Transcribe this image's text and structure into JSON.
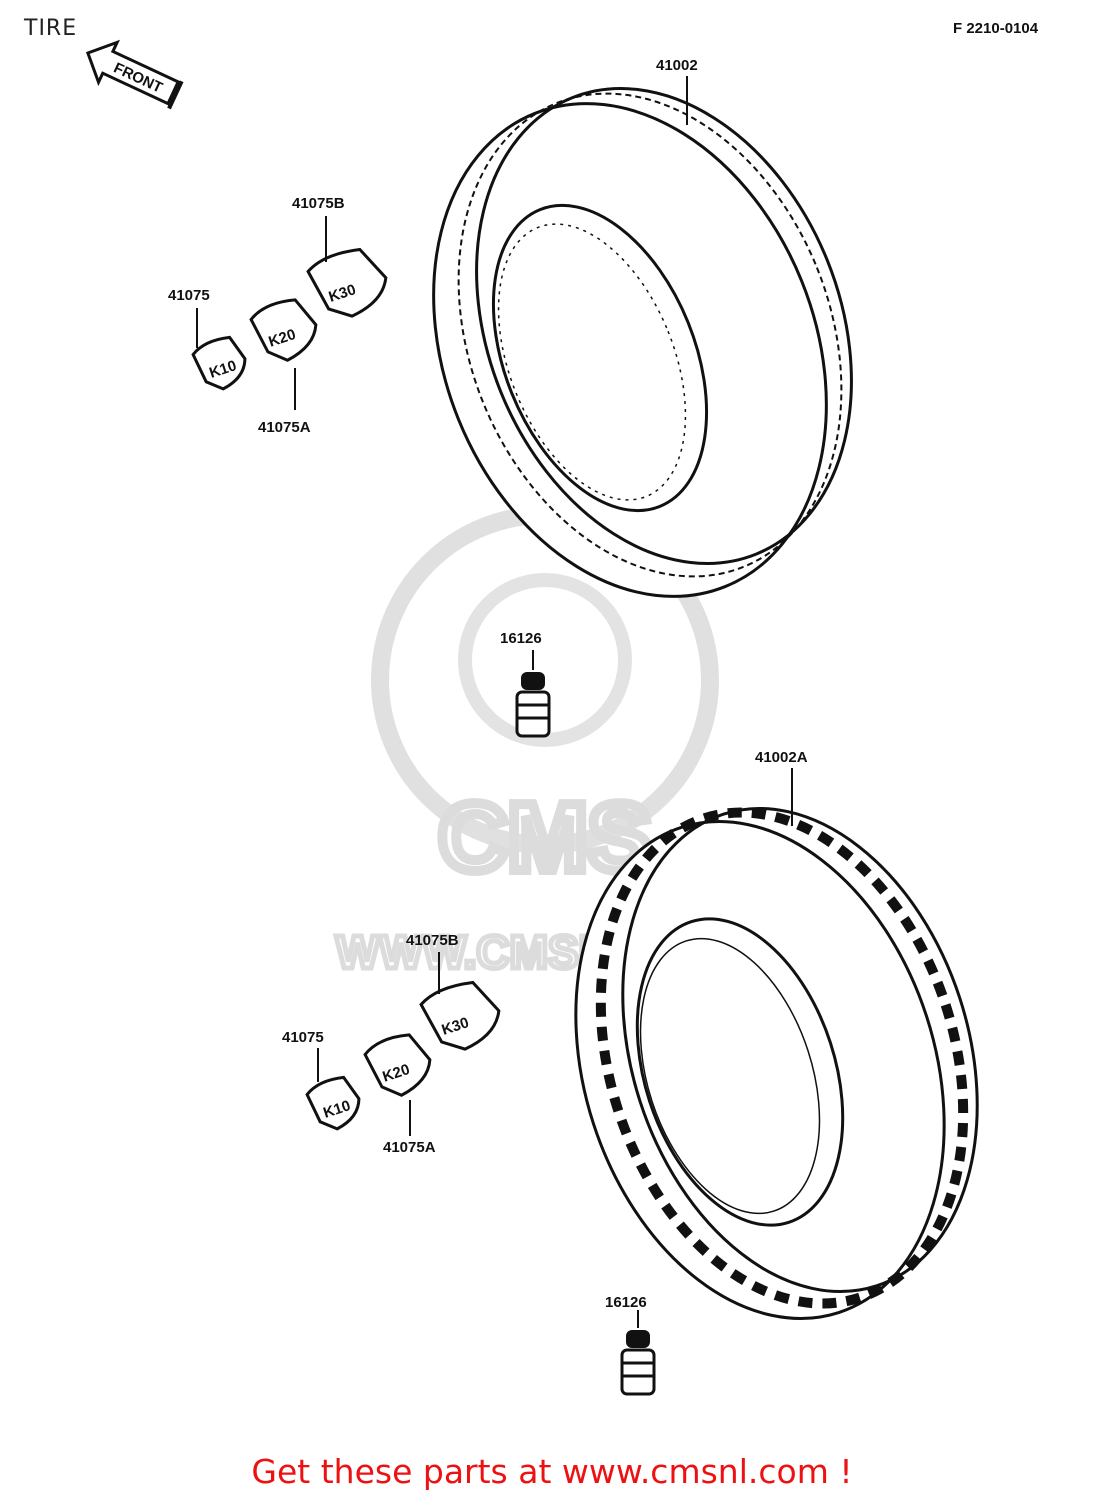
{
  "title": "TIRE",
  "diagram_ref": "F 2210-0104",
  "front_label": "FRONT",
  "watermark": {
    "brand": "CMS",
    "url": "WWW.CMSNL.COM"
  },
  "groups": [
    {
      "tire": "41002",
      "valve": "16126",
      "weights": [
        "41075",
        "41075A",
        "41075B"
      ]
    },
    {
      "tire": "41002A",
      "valve": "16126",
      "weights": [
        "41075",
        "41075A",
        "41075B"
      ]
    }
  ],
  "footer": "Get these parts at www.cmsnl.com !"
}
